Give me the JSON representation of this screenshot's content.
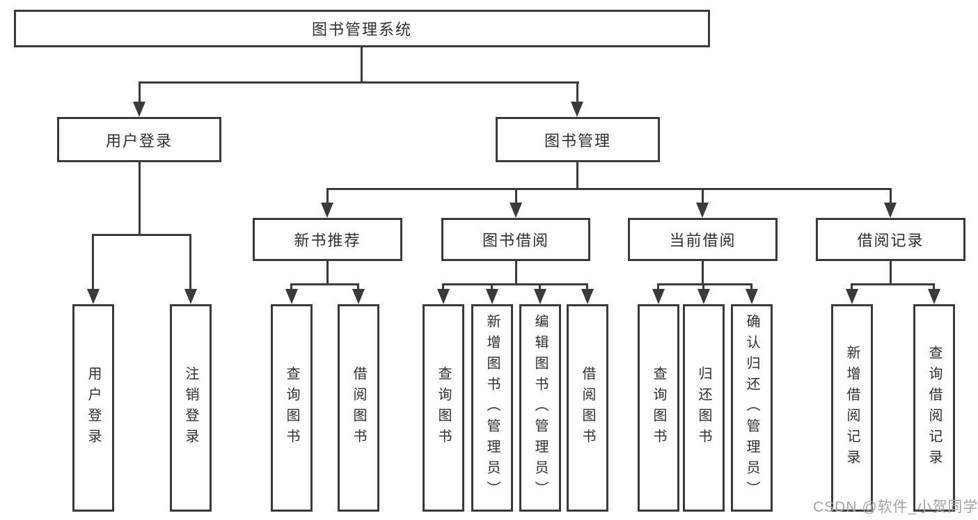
{
  "nodes": {
    "root": {
      "label": "图书管理系统"
    },
    "user_login": {
      "label": "用户登录"
    },
    "book_mgmt": {
      "label": "图书管理"
    },
    "new_books": {
      "label": "新书推荐"
    },
    "book_borrow": {
      "label": "图书借阅"
    },
    "current_borrow": {
      "label": "当前借阅"
    },
    "borrow_records": {
      "label": "借阅记录"
    },
    "leaf_user_login": {
      "label": "用户登录"
    },
    "leaf_logout": {
      "label": "注销登录"
    },
    "leaf_nb_query": {
      "label": "查询图书"
    },
    "leaf_nb_borrow": {
      "label": "借阅图书"
    },
    "leaf_bb_query": {
      "label": "查询图书"
    },
    "leaf_bb_add": {
      "label": "新增图书（管理员）"
    },
    "leaf_bb_edit": {
      "label": "编辑图书（管理员）"
    },
    "leaf_bb_borrow": {
      "label": "借阅图书"
    },
    "leaf_cb_query": {
      "label": "查询图书"
    },
    "leaf_cb_return": {
      "label": "归还图书"
    },
    "leaf_cb_confirm": {
      "label": "确认归还（管理员）"
    },
    "leaf_br_add": {
      "label": "新增借阅记录"
    },
    "leaf_br_query": {
      "label": "查询借阅记录"
    }
  },
  "watermark": {
    "text": "CSDN @软件_小贺同学"
  },
  "colors": {
    "line": "#3a3a3a",
    "text": "#2f2f2f",
    "background": "#ffffff",
    "watermark": "#a3a3a3"
  }
}
